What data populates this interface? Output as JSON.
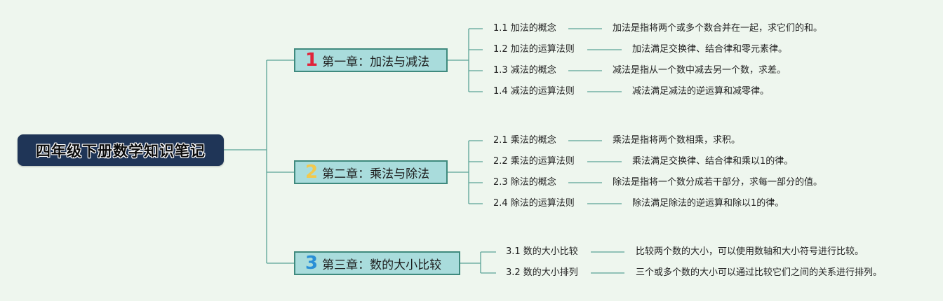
{
  "title": "四年级下册数学知识笔记",
  "chapters": [
    {
      "num": "1",
      "label": "第一章：加法与减法",
      "color": "#e0243a",
      "topics": [
        {
          "label": "1.1 加法的概念",
          "desc": "加法是指将两个或多个数合并在一起，求它们的和。"
        },
        {
          "label": "1.2 加法的运算法则",
          "desc": "加法满足交换律、结合律和零元素律。"
        },
        {
          "label": "1.3 减法的概念",
          "desc": "减法是指从一个数中减去另一个数，求差。"
        },
        {
          "label": "1.4 减法的运算法则",
          "desc": "减法满足减法的逆运算和减零律。"
        }
      ]
    },
    {
      "num": "2",
      "label": "第二章：乘法与除法",
      "color": "#f2c94c",
      "topics": [
        {
          "label": "2.1 乘法的概念",
          "desc": "乘法是指将两个数相乘，求积。"
        },
        {
          "label": "2.2 乘法的运算法则",
          "desc": "乘法满足交换律、结合律和乘以1的律。"
        },
        {
          "label": "2.3 除法的概念",
          "desc": "除法是指将一个数分成若干部分，求每一部分的值。"
        },
        {
          "label": "2.4 除法的运算法则",
          "desc": "除法满足除法的逆运算和除以1的律。"
        }
      ]
    },
    {
      "num": "3",
      "label": "第三章：数的大小比较",
      "color": "#2a8fd6",
      "topics": [
        {
          "label": "3.1 数的大小比较",
          "desc": "比较两个数的大小，可以使用数轴和大小符号进行比较。"
        },
        {
          "label": "3.2 数的大小排列",
          "desc": "三个或多个数的大小可以通过比较它们之间的关系进行排列。"
        }
      ]
    }
  ]
}
